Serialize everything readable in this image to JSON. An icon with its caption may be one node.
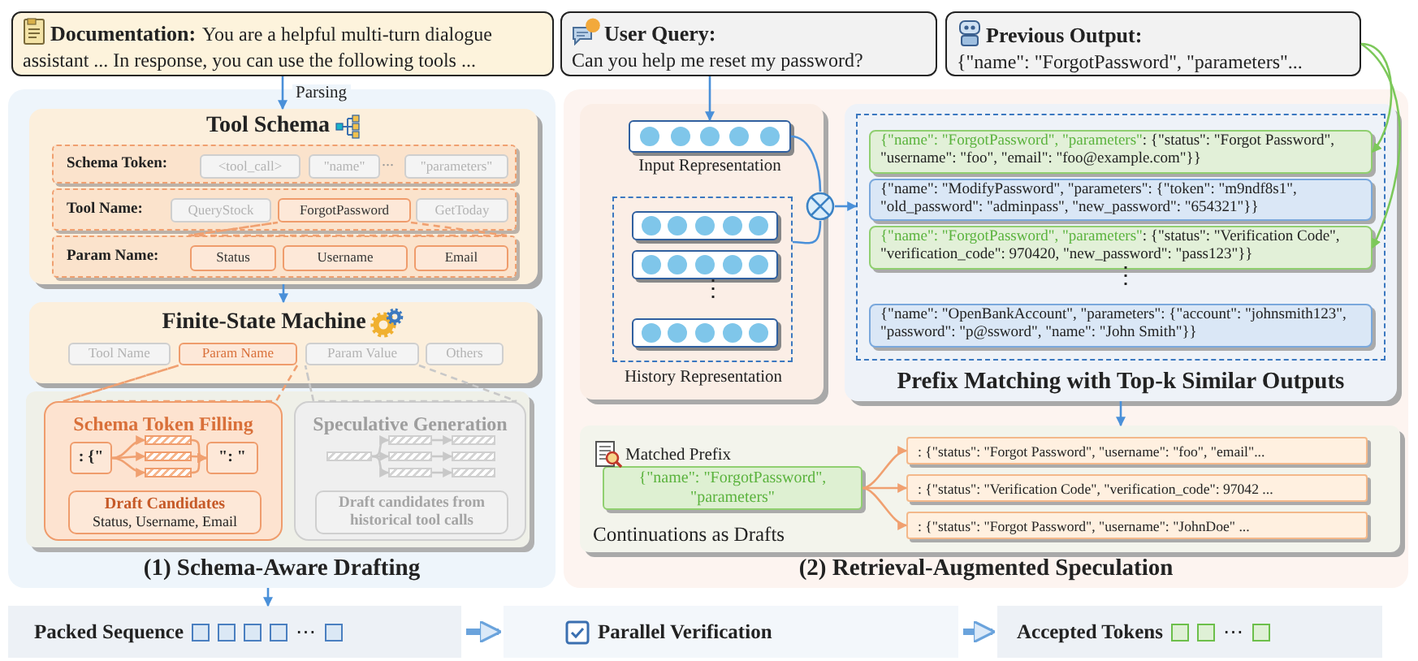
{
  "diagram": {
    "nodes": [
      {
        "text": [
          "Documentation:",
          "You are a helpful multi-turn dialogue assistant ... In response, you can use the following tools ..."
        ]
      },
      {
        "text": [
          "User Query:",
          "Can you help me reset my password?"
        ]
      },
      {
        "text": [
          "Previous Output:",
          "{\"name\": \"ForgotPassword\", \"parameters\"..."
        ]
      },
      {
        "text": [
          "(1) Schema-Aware Drafting"
        ]
      },
      {
        "text": [
          "Tool Schema"
        ],
        "in": 3
      },
      {
        "text": [
          "Schema Token:"
        ],
        "in": 4
      },
      {
        "text": [
          "<tool_call>"
        ],
        "in": 5
      },
      {
        "text": [
          "\"name\""
        ],
        "in": 5
      },
      {
        "text": [
          "\"parameters\""
        ],
        "in": 5
      },
      {
        "text": [
          "Tool Name:"
        ],
        "in": 4
      },
      {
        "text": [
          "QueryStock"
        ],
        "in": 9
      },
      {
        "text": [
          "ForgotPassword"
        ],
        "in": 9
      },
      {
        "text": [
          "GetToday"
        ],
        "in": 9
      },
      {
        "text": [
          "Param Name:"
        ],
        "in": 4
      },
      {
        "text": [
          "Status"
        ],
        "in": 13
      },
      {
        "text": [
          "Username"
        ],
        "in": 13
      },
      {
        "text": [
          "Email"
        ],
        "in": 13
      },
      {
        "text": [
          "Finite-State Machine"
        ],
        "in": 3
      },
      {
        "text": [
          "Tool Name"
        ],
        "in": 17
      },
      {
        "text": [
          "Param Name"
        ],
        "in": 17
      },
      {
        "text": [
          "Param Value"
        ],
        "in": 17
      },
      {
        "text": [
          "Others"
        ],
        "in": 17
      },
      {
        "text": [],
        "shape": "box",
        "in": 3
      },
      {
        "text": [
          "Schema Token Filling"
        ],
        "in": 22
      },
      {
        "text": [
          ": {\""
        ],
        "in": 23
      },
      {
        "text": [
          "\": \""
        ],
        "in": 23
      },
      {
        "text": [],
        "shape": "bar",
        "in": 23
      },
      {
        "text": [],
        "shape": "bar",
        "in": 23
      },
      {
        "text": [],
        "shape": "bar",
        "in": 23
      },
      {
        "text": [
          "Draft Candidates",
          "Status, Username, Email"
        ],
        "in": 23
      },
      {
        "text": [
          "Speculative Generation"
        ],
        "in": 22
      },
      {
        "text": [],
        "shape": "bar",
        "in": 30
      },
      {
        "text": [],
        "shape": "bar",
        "in": 30
      },
      {
        "text": [],
        "shape": "bar",
        "in": 30
      },
      {
        "text": [],
        "shape": "bar",
        "in": 30
      },
      {
        "text": [],
        "shape": "bar",
        "in": 30
      },
      {
        "text": [],
        "shape": "bar",
        "in": 30
      },
      {
        "text": [],
        "shape": "bar",
        "in": 30
      },
      {
        "text": [
          "Draft candidates from historical tool calls"
        ],
        "in": 30
      },
      {
        "text": [
          "(2) Retrieval-Augmented Speculation"
        ]
      },
      {
        "text": [],
        "shape": "box",
        "in": 39
      },
      {
        "text": [],
        "shape": "bar",
        "in": 40,
        "beside": [
          "Input Representation"
        ]
      },
      {
        "text": [],
        "shape": "box",
        "in": 40,
        "beside": [
          "History Representation"
        ]
      },
      {
        "text": [],
        "shape": "bar",
        "in": 42
      },
      {
        "text": [],
        "shape": "bar",
        "in": 42
      },
      {
        "text": [],
        "shape": "bar",
        "in": 42
      },
      {
        "text": [],
        "shape": "circle",
        "in": 39
      },
      {
        "text": [
          "Prefix Matching with Top-k Similar Outputs"
        ],
        "in": 39
      },
      {
        "text": [],
        "shape": "box",
        "in": 47
      },
      {
        "text": [
          "{\"name\": \"ForgotPassword\", \"parameters\"",
          ": {\"status\": \"Forgot Password\", \"username\": \"foo\", \"email\": \"foo@example.com\"}}"
        ],
        "in": 48
      },
      {
        "text": [
          "{\"name\": \"ModifyPassword\", \"parameters\": {\"token\": \"m9ndf8s1\", \"old_password\": \"adminpass\", \"new_password\": \"654321\"}}"
        ],
        "in": 48
      },
      {
        "text": [
          "{\"name\": \"ForgotPassword\", \"parameters\"",
          ": {\"status\": \"Verification Code\", \"verification_code\": 970420, \"new_password\": \"pass123\"}}"
        ],
        "in": 48
      },
      {
        "text": [
          "{\"name\": \"OpenBankAccount\", \"parameters\": {\"account\": \"johnsmith123\", \"password\": \"p@ssword\", \"name\": \"John Smith\"}}"
        ],
        "in": 48
      },
      {
        "text": [
          "Continuations as Drafts"
        ],
        "in": 39
      },
      {
        "text": [
          "{\"name\": \"ForgotPassword\", \"parameters\""
        ],
        "in": 53,
        "beside": [
          "Matched Prefix"
        ]
      },
      {
        "text": [
          ": {\"status\": \"Forgot Password\", \"username\": \"foo\", \"email\"..."
        ],
        "in": 53
      },
      {
        "text": [
          ": {\"status\": \"Verification Code\", \"verification_code\": 97042 ..."
        ],
        "in": 53
      },
      {
        "text": [
          ": {\"status\": \"Forgot Password\", \"username\": \"JohnDoe\" ..."
        ],
        "in": 53
      },
      {
        "text": [
          "Packed Sequence"
        ]
      },
      {
        "text": [
          "Parallel Verification"
        ]
      },
      {
        "text": [
          "Accepted Tokens"
        ]
      }
    ],
    "edges": [
      {
        "from": 0,
        "to": 4,
        "arrow": "to",
        "label": "Parsing",
        "color": "#4a90d9"
      },
      {
        "from": 4,
        "to": 17,
        "arrow": "to",
        "color": "#4a90d9"
      },
      {
        "from": 11,
        "to": 13,
        "arrow": "none",
        "style": "dashed"
      },
      {
        "from": 19,
        "to": 23,
        "arrow": "none",
        "style": "dashed"
      },
      {
        "from": 20,
        "to": 30,
        "arrow": "none",
        "style": "dashed",
        "color": "#c8c8c8"
      },
      {
        "from": 24,
        "to": 26,
        "arrow": "to"
      },
      {
        "from": 24,
        "to": 27,
        "arrow": "to"
      },
      {
        "from": 24,
        "to": 28,
        "arrow": "to"
      },
      {
        "from": 26,
        "to": 25,
        "arrow": "to"
      },
      {
        "from": 27,
        "to": 25,
        "arrow": "to"
      },
      {
        "from": 28,
        "to": 25,
        "arrow": "to"
      },
      {
        "from": 31,
        "to": 32,
        "arrow": "to",
        "color": "#c8c8c8"
      },
      {
        "from": 31,
        "to": 33,
        "arrow": "to",
        "color": "#c8c8c8"
      },
      {
        "from": 31,
        "to": 34,
        "arrow": "to",
        "color": "#c8c8c8"
      },
      {
        "from": 32,
        "to": 35,
        "arrow": "to",
        "color": "#c8c8c8"
      },
      {
        "from": 33,
        "to": 36,
        "arrow": "to",
        "color": "#c8c8c8"
      },
      {
        "from": 34,
        "to": 37,
        "arrow": "to",
        "color": "#c8c8c8"
      },
      {
        "from": 3,
        "to": 58,
        "arrow": "to",
        "color": "#4a90d9"
      },
      {
        "from": 1,
        "to": 41,
        "arrow": "to",
        "color": "#4a90d9"
      },
      {
        "from": 41,
        "to": 46,
        "arrow": "none",
        "color": "#4a90d9"
      },
      {
        "from": 42,
        "to": 46,
        "arrow": "none",
        "color": "#4a90d9"
      },
      {
        "from": 46,
        "to": 48,
        "arrow": "to",
        "color": "#4a90d9"
      },
      {
        "from": 2,
        "to": 49,
        "arrow": "to",
        "color": "#7cc85a"
      },
      {
        "from": 2,
        "to": 51,
        "arrow": "to",
        "color": "#7cc85a"
      },
      {
        "from": 47,
        "to": 53,
        "arrow": "to",
        "color": "#4a90d9"
      },
      {
        "from": 54,
        "to": 55,
        "arrow": "to"
      },
      {
        "from": 54,
        "to": 56,
        "arrow": "to"
      },
      {
        "from": 54,
        "to": 57,
        "arrow": "to"
      },
      {
        "from": 58,
        "to": 59,
        "arrow": "to",
        "style": "thick",
        "color": "#6aa3dc"
      },
      {
        "from": 59,
        "to": 60,
        "arrow": "to",
        "style": "thick",
        "color": "#6aa3dc"
      }
    ],
    "labels": [
      "...",
      "⋮",
      "⋮",
      "⋯",
      "⋯"
    ]
  }
}
